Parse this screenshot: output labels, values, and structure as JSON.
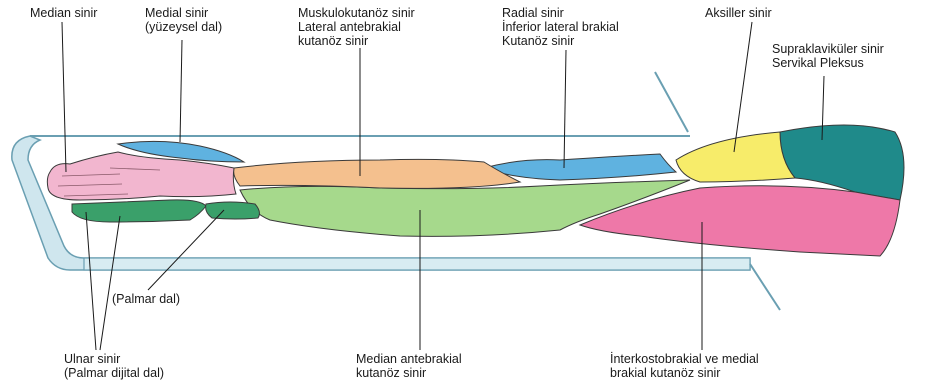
{
  "labels": {
    "median_nerve": "Median sinir",
    "medial_nerve": [
      "Medial sinir",
      "(yüzeysel dal)"
    ],
    "musculocutaneous": [
      "Muskulokutanöz sinir",
      "Lateral antebrakial",
      "kutanöz sinir"
    ],
    "radial_nerve": [
      "Radial sinir",
      "İnferior lateral brakial",
      "Kutanöz sinir"
    ],
    "axillary_nerve": "Aksiller sinir",
    "supraclavicular": [
      "Supraklaviküler sinir",
      "Servikal Pleksus"
    ],
    "palmar_branch": "(Palmar dal)",
    "ulnar_nerve": [
      "Ulnar sinir",
      "(Palmar dijital dal)"
    ],
    "median_antebrachial": [
      "Median antebrakial",
      "kutanöz sinir"
    ],
    "intercostobrachial": [
      "İnterkostobrakial ve medial",
      "brakial kutanöz sinir"
    ]
  },
  "colors": {
    "median_hand": "#f2b6cf",
    "medial_superficial": "#5fb2e0",
    "musculocutaneous": "#f4c08e",
    "radial": "#5fb2e0",
    "axillary": "#f7ec6a",
    "supraclavicular": "#1f8a8a",
    "ulnar_hand": "#3aa06a",
    "median_antebrachial": "#a6d98c",
    "intercostobrachial": "#ee78a8",
    "board": "#cfe6ee",
    "board_edge": "#6a9fb2",
    "outline": "#3a3a3a"
  }
}
